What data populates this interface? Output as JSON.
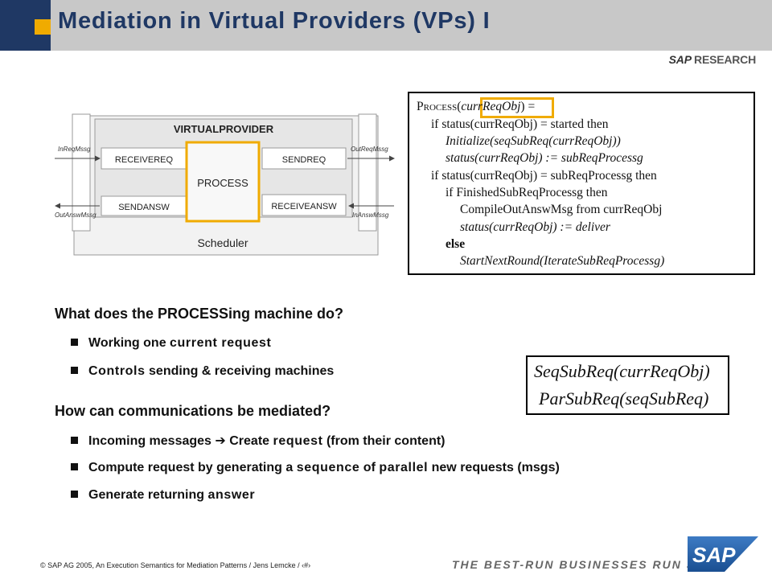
{
  "header": {
    "title": "Mediation in Virtual Providers (VPs) I",
    "brand": "SAP",
    "brand_suffix": "RESEARCH"
  },
  "diagram": {
    "title": "VIRTUALPROVIDER",
    "receivereq": "RECEIVEREQ",
    "sendreq": "SENDREQ",
    "process": "PROCESS",
    "sendansw": "SENDANSW",
    "receiveansw": "RECEIVEANSW",
    "scheduler": "Scheduler",
    "in_req": "InReqMssg",
    "out_req": "OutReqMssg",
    "out_answ": "OutAnswMssg",
    "in_answ": "InAnswMssg"
  },
  "code": {
    "l1a": "Process(",
    "l1b": "currReqObj",
    "l1c": ") =",
    "l2": "if status(currReqObj) = started then",
    "l3": "Initialize(seqSubReq(currReqObj))",
    "l4": "status(currReqObj) := subReqProcessg",
    "l5": "if status(currReqObj) = subReqProcessg then",
    "l6": "if FinishedSubReqProcessg then",
    "l7": "CompileOutAnswMsg from currReqObj",
    "l8": "status(currReqObj) := deliver",
    "l9": "else",
    "l10": "StartNextRound(IterateSubReqProcessg)"
  },
  "formula": {
    "line1": "SeqSubReq(currReqObj)",
    "line2": "ParSubReq(seqSubReq)"
  },
  "body": {
    "q1": "What does the PROCESSing machine do?",
    "b1_pre": "Working one ",
    "b1_em": "current request",
    "b2_em": "Controls",
    "b2_post": " sending & receiving machines",
    "q2": "How can communications be mediated?",
    "b3_pre": "Incoming messages ",
    "b3_arrow": "➔",
    "b3_mid": " Create ",
    "b3_em": "request",
    "b3_post": " (from their content)",
    "b4_pre": "Compute request by generating a ",
    "b4_em1": "sequence",
    "b4_mid": " of ",
    "b4_em2": "parallel",
    "b4_post": " new requests (msgs)",
    "b5_pre": "Generate returning ",
    "b5_em": "answer"
  },
  "footer": {
    "copyright": "©",
    "text": "SAP AG 2005, An Execution Semantics for Mediation Patterns / Jens Lemcke / ",
    "page": "‹#›",
    "tagline": "THE BEST-RUN BUSINESSES RUN SAP",
    "logo_text": "SAP"
  },
  "colors": {
    "accent": "#f0ab00",
    "header_dark": "#1f3864",
    "header_bar": "#c8c8c8"
  }
}
